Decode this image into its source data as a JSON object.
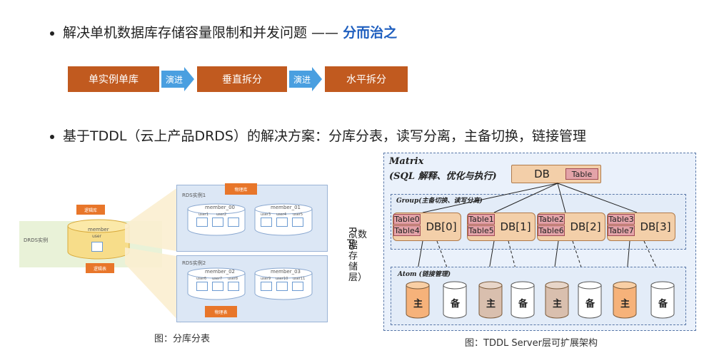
{
  "bullet1": {
    "text": "解决单机数据库存储容量限制和并发问题 ——",
    "highlight": "分而治之"
  },
  "steps": [
    "单实例单库",
    "垂直拆分",
    "水平拆分"
  ],
  "step_arrow_label": "演进",
  "bullet2": {
    "text": "基于TDDL（云上产品DRDS）的解决方案：分库分表，读写分离，主备切换，链接管理"
  },
  "left_figure": {
    "drds_label": "DRDS实例",
    "member_label": "member",
    "user_label": "user",
    "logic_db_label": "逻辑库",
    "logic_table_label": "逻辑表",
    "physical_db_label": "物理库",
    "physical_table_label": "物理表",
    "rds1_label": "RDS实例1",
    "rds2_label": "RDS实例2",
    "members": [
      "member_00",
      "member_01",
      "member_02",
      "member_03"
    ],
    "users": [
      [
        "user1",
        "user2"
      ],
      [
        "user3",
        "user4",
        "user5"
      ],
      [
        "user6",
        "user7",
        "user8"
      ],
      [
        "user9",
        "user10",
        "user11"
      ]
    ],
    "caption": "图：分库分表"
  },
  "right_figure": {
    "matrix_title": "Matrix",
    "matrix_sub": "(SQL 解释、优化与执行)",
    "db_label": "DB",
    "db_table_tag": "Table",
    "group_title": "Group(主备切换、读写分离)",
    "groups": [
      {
        "db": "DB[0]",
        "tables": [
          "Table0",
          "Table4"
        ]
      },
      {
        "db": "DB[1]",
        "tables": [
          "Table1",
          "Table5"
        ]
      },
      {
        "db": "DB[2]",
        "tables": [
          "Table2",
          "Table6"
        ]
      },
      {
        "db": "DB[3]",
        "tables": [
          "Table3",
          "Table7"
        ]
      }
    ],
    "repo_label": "Repo",
    "repo_sub": "（数据存储层）",
    "atom_title": "Atom (链接管理)",
    "primary_label": "主",
    "backup_label": "备",
    "caption": "图：TDDL Server层可扩展架构"
  },
  "colors": {
    "accent": "#1f5fbf",
    "step_orange": "#c15a1f",
    "arrow_blue": "#4a9fe0",
    "db_peach": "#f3cfa9",
    "table_pink": "#e3a3a8"
  }
}
